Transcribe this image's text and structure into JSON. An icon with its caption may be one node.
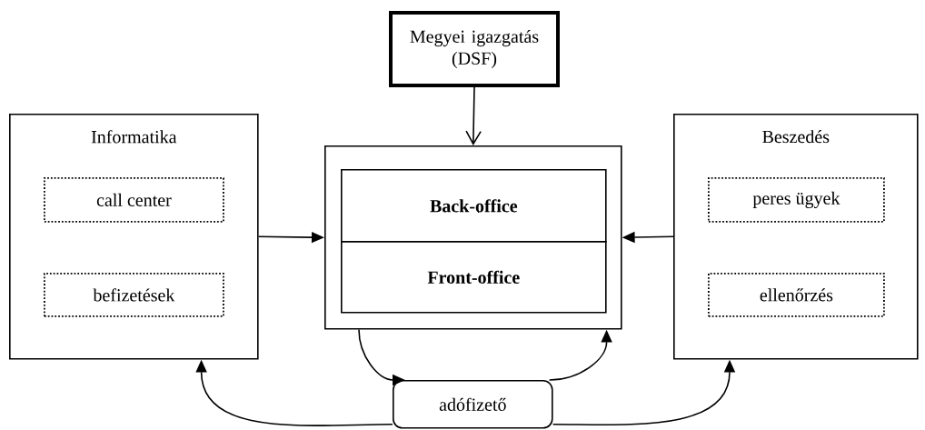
{
  "diagram": {
    "nodes": [
      {
        "text": [
          "Megyei igazgatás (DSF)"
        ]
      },
      {
        "text": [],
        "shape": "box"
      },
      {
        "text": [
          "Back-office"
        ],
        "in": 1
      },
      {
        "text": [
          "Front-office"
        ],
        "in": 1
      },
      {
        "text": [
          "Informatika"
        ]
      },
      {
        "text": [
          "call center"
        ],
        "in": 4
      },
      {
        "text": [
          "befizetések"
        ],
        "in": 4
      },
      {
        "text": [
          "Beszedés"
        ]
      },
      {
        "text": [
          "peres ügyek"
        ],
        "in": 7
      },
      {
        "text": [
          "ellenőrzés"
        ],
        "in": 7
      },
      {
        "text": [
          "adófizető"
        ]
      }
    ],
    "edges": [
      {
        "from": 0,
        "to": 1,
        "arrow": "to"
      },
      {
        "from": 4,
        "to": 1,
        "arrow": "to"
      },
      {
        "from": 7,
        "to": 1,
        "arrow": "to"
      },
      {
        "from": 1,
        "to": 10,
        "arrow": "to"
      },
      {
        "from": 10,
        "to": 1,
        "arrow": "to"
      },
      {
        "from": 10,
        "to": 4,
        "arrow": "to"
      },
      {
        "from": 10,
        "to": 7,
        "arrow": "to"
      }
    ]
  }
}
